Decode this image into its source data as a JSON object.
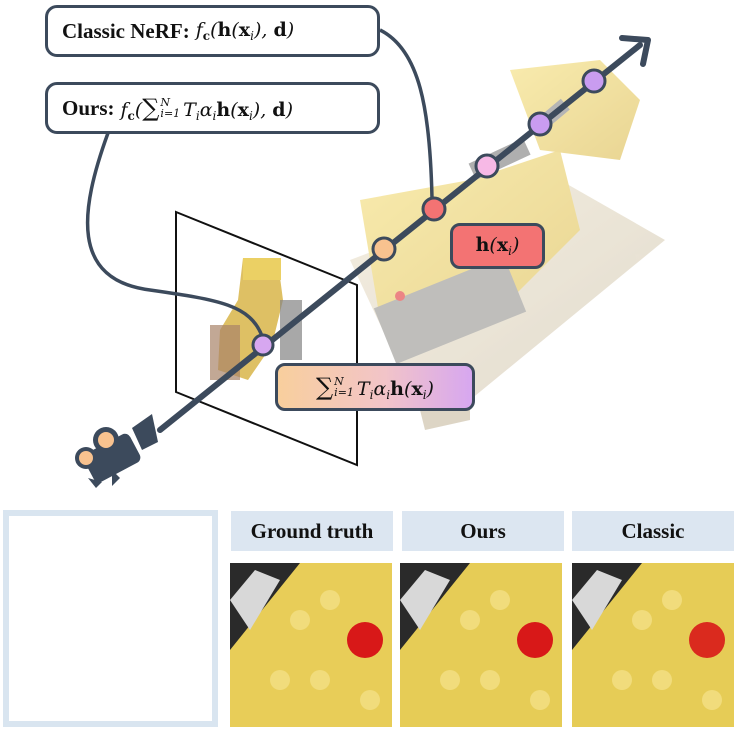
{
  "labels": {
    "classic_title": "Classic NeRF:",
    "ours_title": "Ours:"
  },
  "comparison": {
    "headers": [
      "Ground truth",
      "Ours",
      "Classic"
    ]
  },
  "colors": {
    "frame_stroke": "#3c4a5c",
    "header_bg": "#dce6f1",
    "thumb_border": "#d9e5f0",
    "sample_red": "#f37373",
    "sample_orange": "#f8c28f",
    "sample_purple": "#c99cf0",
    "sample_pink": "#f7b9e6",
    "lego_yellow": "#e8c84a"
  },
  "icons": [
    "camera-icon",
    "ray-arrow-icon"
  ]
}
